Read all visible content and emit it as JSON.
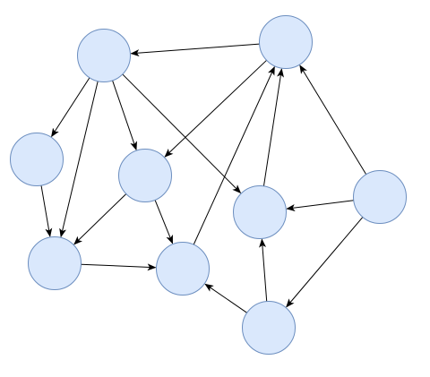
{
  "diagram": {
    "type": "directed-graph",
    "style": {
      "node_fill": "#dae8fc",
      "node_stroke": "#6c8ebf",
      "edge_color": "#000000"
    },
    "nodes": [
      {
        "id": "n1"
      },
      {
        "id": "n2"
      },
      {
        "id": "n3"
      },
      {
        "id": "n4"
      },
      {
        "id": "n5"
      },
      {
        "id": "n6"
      },
      {
        "id": "n7"
      },
      {
        "id": "n8"
      },
      {
        "id": "n9"
      },
      {
        "id": "n10"
      }
    ],
    "edges": [
      {
        "from": "n2",
        "to": "n1"
      },
      {
        "from": "n1",
        "to": "n3"
      },
      {
        "from": "n1",
        "to": "n5"
      },
      {
        "from": "n1",
        "to": "n4"
      },
      {
        "from": "n1",
        "to": "n7"
      },
      {
        "from": "n3",
        "to": "n5"
      },
      {
        "from": "n2",
        "to": "n4"
      },
      {
        "from": "n4",
        "to": "n5"
      },
      {
        "from": "n4",
        "to": "n6"
      },
      {
        "from": "n5",
        "to": "n6"
      },
      {
        "from": "n6",
        "to": "n2"
      },
      {
        "from": "n7",
        "to": "n2"
      },
      {
        "from": "n8",
        "to": "n2"
      },
      {
        "from": "n8",
        "to": "n7"
      },
      {
        "from": "n8",
        "to": "n9"
      },
      {
        "from": "n9",
        "to": "n7"
      },
      {
        "from": "n9",
        "to": "n6"
      }
    ]
  }
}
